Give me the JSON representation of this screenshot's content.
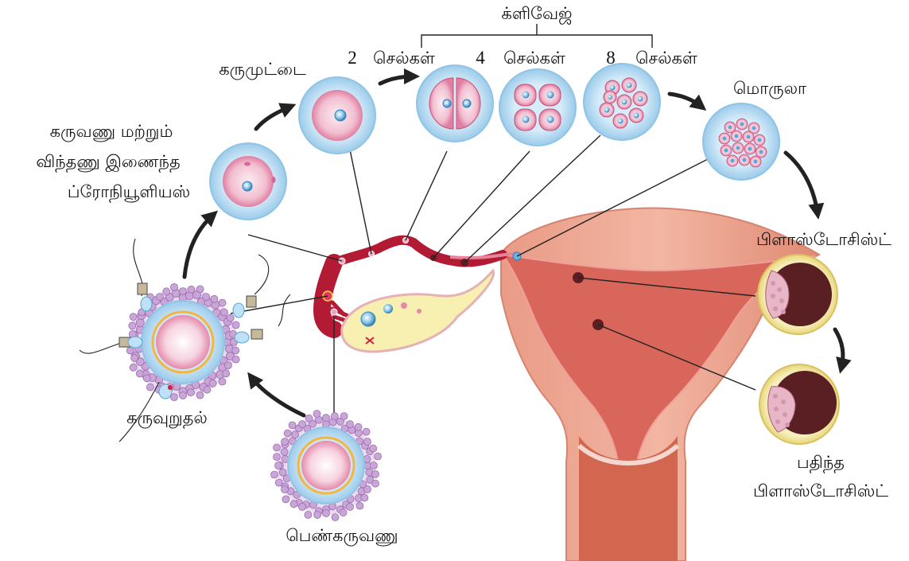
{
  "labels": {
    "cleavage": "க்ளிவேஜ்",
    "cells_2_num": "2",
    "cells_2_text": "செல்கள்",
    "cells_4_num": "4",
    "cells_4_text": "செல்கள்",
    "cells_8_num": "8",
    "cells_8_text": "செல்கள்",
    "zygote": "கருமுட்டை",
    "pronuclei_line1": "கருவணு மற்றும்",
    "pronuclei_line2": "விந்தணு இணைந்த",
    "pronuclei_line3": "ப்ரோநியூளியஸ்",
    "morula": "மொருலா",
    "blastocyst": "பிளாஸ்டோசிஸ்ட்",
    "implanted_line1": "பதிந்த",
    "implanted_line2": "பிளாஸ்டோசிஸ்ட்",
    "fertilization": "கருவுறுதல்",
    "ovum": "பெண்கருவணு"
  },
  "colors": {
    "zona_outer": "#b7dcf2",
    "zona_rim": "#8fc4e6",
    "cytoplasm_pink": "#e79ab4",
    "cytoplasm_light": "#f7d7e2",
    "nucleus_blue": "#5aa8d8",
    "tube_red": "#b31b34",
    "uterus_outer": "#e8a38c",
    "uterus_inner": "#d9665a",
    "blastocyst_dark": "#5a1f23",
    "corona_purple": "#c9a6d6",
    "ovary_yellow": "#f8f0b0"
  }
}
